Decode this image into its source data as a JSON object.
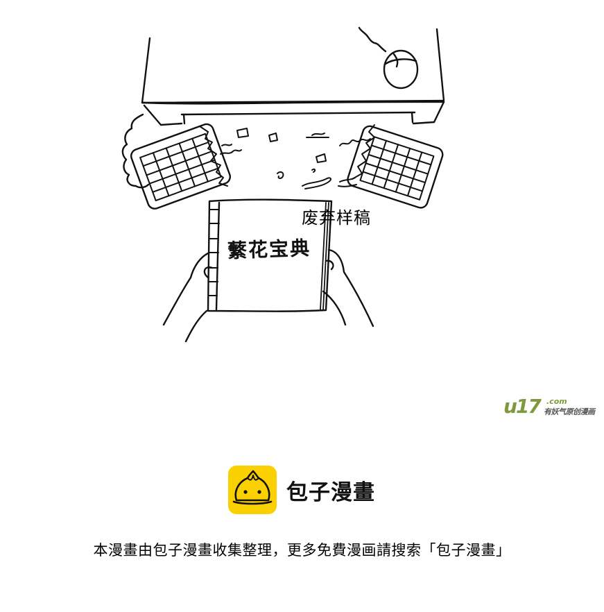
{
  "comic_panel": {
    "caption": "废弃样稿",
    "manuscript_title": "蘩花宝典",
    "scene": "overhead view of desk with monitor, mouse, split keyboard, hands holding manuscript"
  },
  "watermark": {
    "logo_text": "u17",
    "domain": ".com",
    "tagline": "有妖气原创漫画",
    "color": "#7f9a3c"
  },
  "brand": {
    "icon": "baozi-bun-icon",
    "icon_bg": "#fbd000",
    "name": "包子漫畫"
  },
  "footer": {
    "notice": "本漫畫由包子漫畫收集整理，更多免費漫画請搜索「包子漫畫」"
  }
}
